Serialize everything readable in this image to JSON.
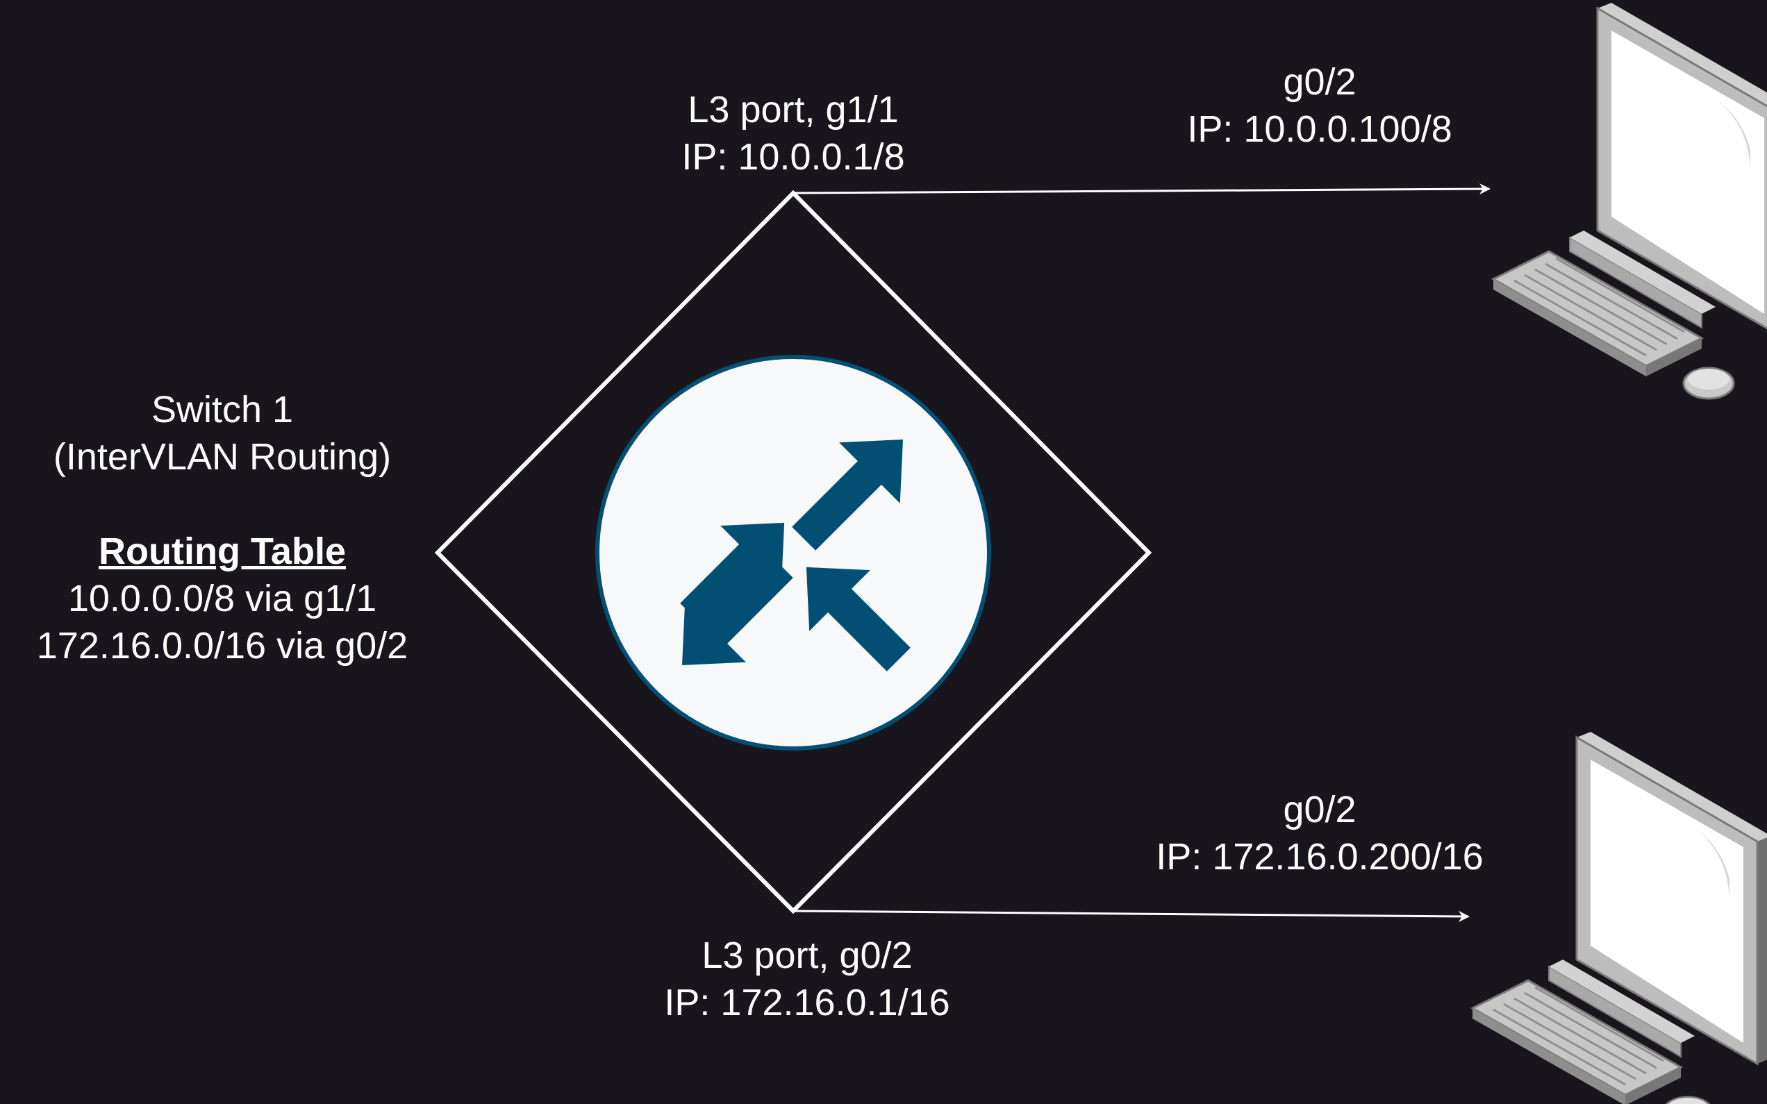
{
  "switch": {
    "name": "Switch 1",
    "role": "(InterVLAN Routing)",
    "routing_table": {
      "title": "Routing Table",
      "routes": [
        "10.0.0.0/8 via g1/1",
        "172.16.0.0/16 via g0/2"
      ]
    },
    "ports": [
      {
        "label": "L3 port, g1/1",
        "ip": "IP: 10.0.0.1/8"
      },
      {
        "label": "L3 port, g0/2",
        "ip": "IP: 172.16.0.1/16"
      }
    ]
  },
  "hosts": [
    {
      "interface": "g0/2",
      "ip": "IP: 10.0.0.100/8"
    },
    {
      "interface": "g0/2",
      "ip": "IP: 172.16.0.200/16"
    }
  ],
  "colors": {
    "background": "#18161c",
    "line": "#ffffff",
    "router_fill": "#f7f8f9",
    "router_icon": "#034e73",
    "computer_body": "#b9b9b9"
  },
  "icons": [
    "router-icon",
    "computer-icon"
  ]
}
